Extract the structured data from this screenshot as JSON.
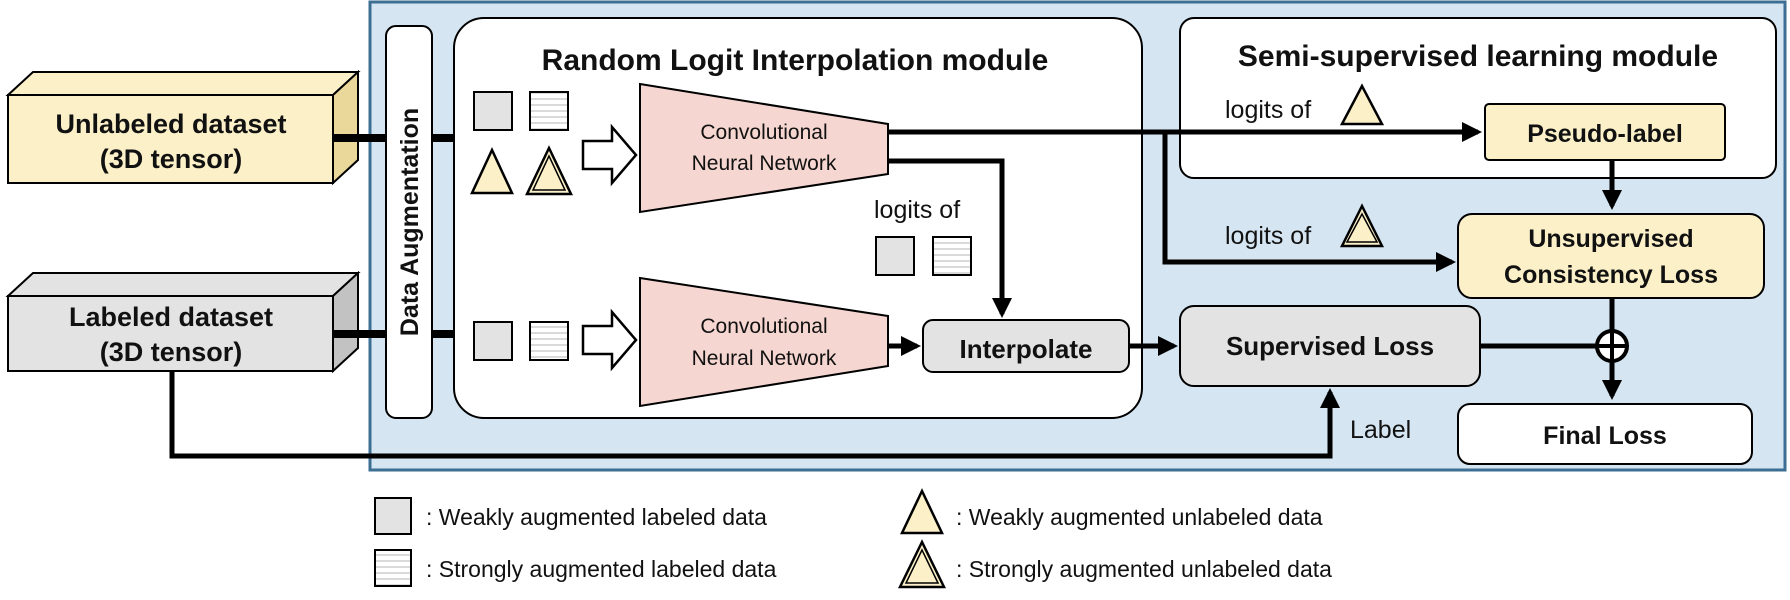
{
  "colors": {
    "panel_fill": "#d5e6f2",
    "panel_border": "#3d6e93",
    "unlabeled_fill": "#fbf0c8",
    "labeled_fill": "#e3e3e3",
    "cnn_fill": "#f6d6d0",
    "line": "#000000"
  },
  "inputs": {
    "unlabeled_line1": "Unlabeled dataset",
    "unlabeled_line2": "(3D tensor)",
    "labeled_line1": "Labeled dataset",
    "labeled_line2": "(3D tensor)"
  },
  "augmentation": {
    "label": "Data Augmentation"
  },
  "rli_module": {
    "title": "Random Logit Interpolation module",
    "cnn_line1": "Convolutional",
    "cnn_line2": "Neural Network",
    "logits_label": "logits of",
    "interpolate": "Interpolate"
  },
  "ssl_module": {
    "title": "Semi-supervised learning module",
    "logits_label": "logits of",
    "pseudo_label": "Pseudo-label"
  },
  "losses": {
    "logits_label": "logits of",
    "unsup_line1": "Unsupervised",
    "unsup_line2": "Consistency Loss",
    "supervised": "Supervised Loss",
    "label_text": "Label",
    "final": "Final Loss"
  },
  "legend": {
    "weak_labeled": ": Weakly augmented labeled data",
    "strong_labeled": ": Strongly augmented labeled data",
    "weak_unlabeled": ": Weakly augmented unlabeled data",
    "strong_unlabeled": ": Strongly augmented unlabeled data"
  },
  "icons": {
    "weak_labeled": "plain-square-icon",
    "strong_labeled": "striped-square-icon",
    "weak_unlabeled": "plain-triangle-icon",
    "strong_unlabeled": "double-triangle-icon"
  }
}
